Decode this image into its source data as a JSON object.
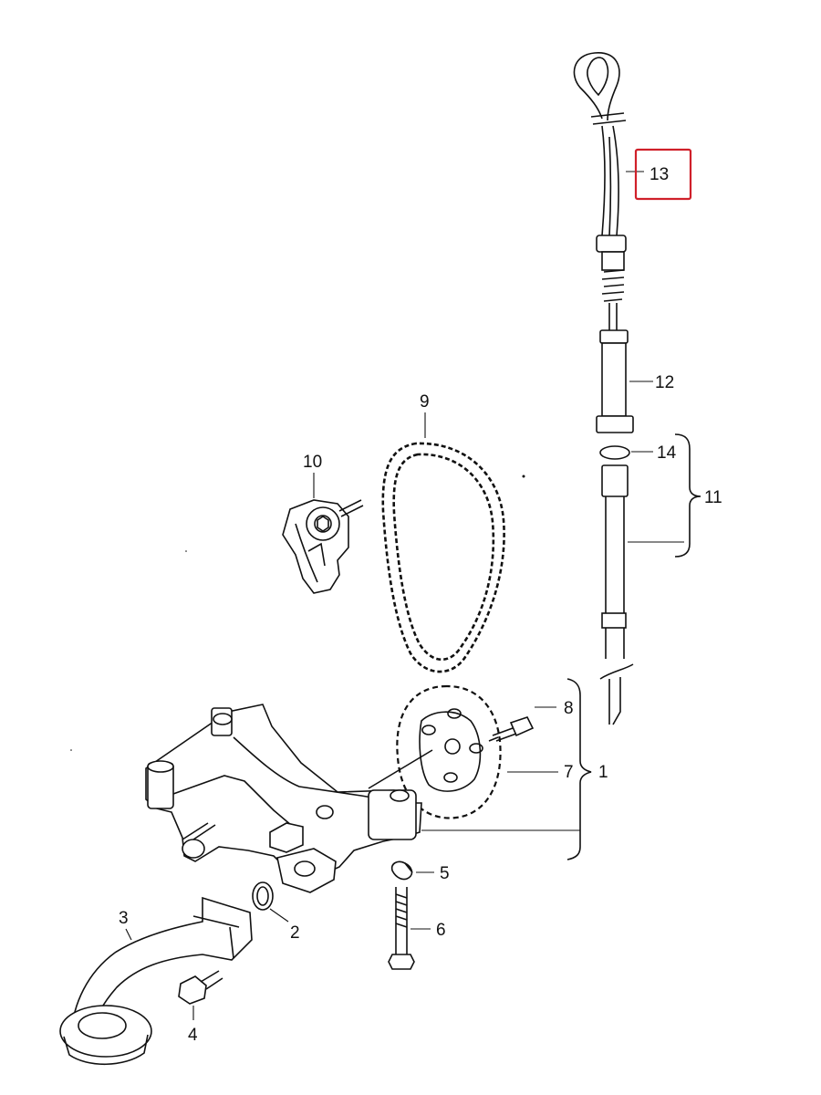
{
  "diagram": {
    "highlight_color": "#d0202a",
    "line_color": "#111111",
    "callouts": {
      "c1": "1",
      "c2": "2",
      "c3": "3",
      "c4": "4",
      "c5": "5",
      "c6": "6",
      "c7": "7",
      "c8": "8",
      "c9": "9",
      "c10": "10",
      "c11": "11",
      "c12": "12",
      "c13": "13",
      "c14": "14"
    },
    "highlighted_callout": "13"
  }
}
